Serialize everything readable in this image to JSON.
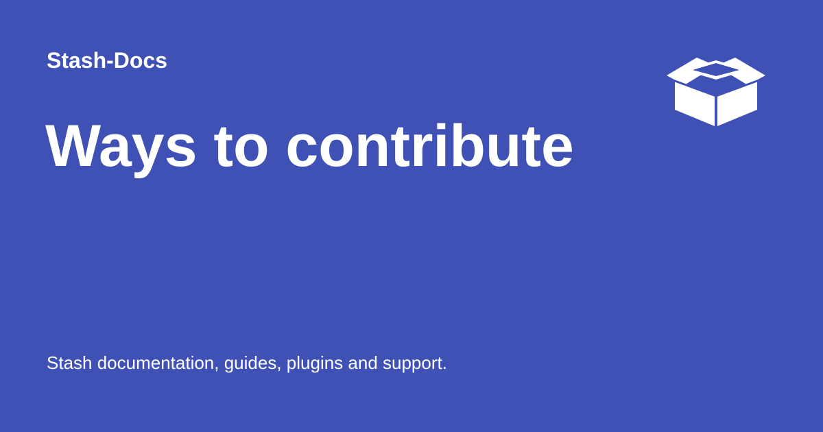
{
  "social_card": {
    "site_name": "Stash-Docs",
    "page_title": "Ways to contribute",
    "description": "Stash documentation, guides, plugins and support.",
    "logo_icon": "open-box-icon",
    "colors": {
      "background": "#3f51b5",
      "foreground": "#ffffff"
    }
  }
}
